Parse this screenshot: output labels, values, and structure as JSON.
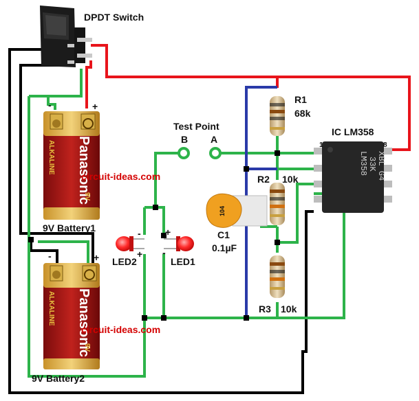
{
  "switch": {
    "label": "DPDT Switch"
  },
  "battery1": {
    "label": "9V Battery1",
    "brand": "Panasonic",
    "type": "ALKALINE",
    "voltage": "9V",
    "minus": "-",
    "plus": "+"
  },
  "battery2": {
    "label": "9V Battery2",
    "brand": "Panasonic",
    "type": "ALKALINE",
    "voltage": "9V",
    "minus": "-",
    "plus": "+"
  },
  "watermark": {
    "text": "circuit-ideas.com"
  },
  "test_point": {
    "title": "Test Point",
    "b": "B",
    "a": "A"
  },
  "resistors": {
    "r1": {
      "name": "R1",
      "value": "68k"
    },
    "r2": {
      "name": "R2",
      "value": "10k"
    },
    "r3": {
      "name": "R3",
      "value": "10k"
    }
  },
  "capacitor": {
    "name": "C1",
    "value": "0.1µF",
    "marking": "104"
  },
  "ic": {
    "label": "IC LM358",
    "pin1": "1",
    "pin8": "8",
    "marking_line1": "LM358",
    "marking_line2": "33K",
    "marking_line3": "XBL G4"
  },
  "leds": {
    "led1": {
      "name": "LED1",
      "minus": "-",
      "plus": "+"
    },
    "led2": {
      "name": "LED2",
      "minus": "-",
      "plus": "+"
    }
  },
  "colors": {
    "wire_red": "#e8141b",
    "wire_green": "#2db34a",
    "wire_blue": "#2a3aa8",
    "wire_black": "#000000",
    "watermark": "#d40000"
  }
}
